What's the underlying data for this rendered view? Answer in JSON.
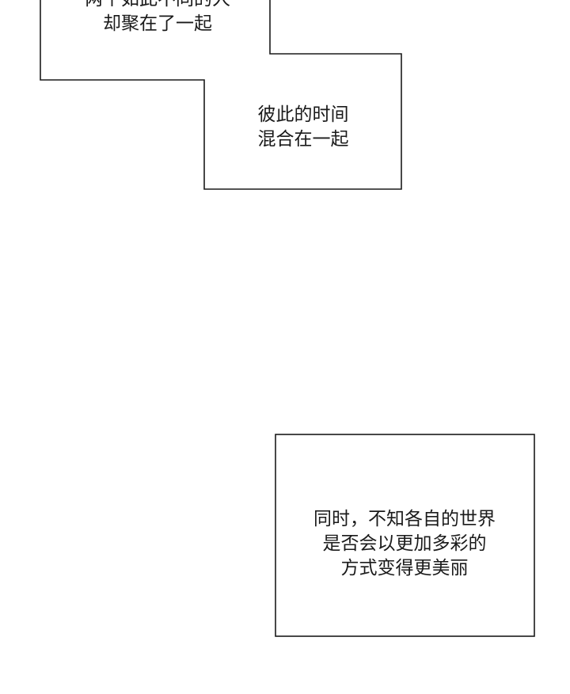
{
  "captions": [
    {
      "lines": [
        "两个如此不同的人",
        "却聚在了一起"
      ]
    },
    {
      "lines": [
        "彼此的时间",
        "混合在一起"
      ]
    },
    {
      "lines": [
        "同时，不知各自的世界",
        "是否会以更加多彩的",
        "方式变得更美丽"
      ]
    }
  ],
  "colors": {
    "background": "#ffffff",
    "outline": "#1a1a1a",
    "text": "#1a1a1a"
  }
}
